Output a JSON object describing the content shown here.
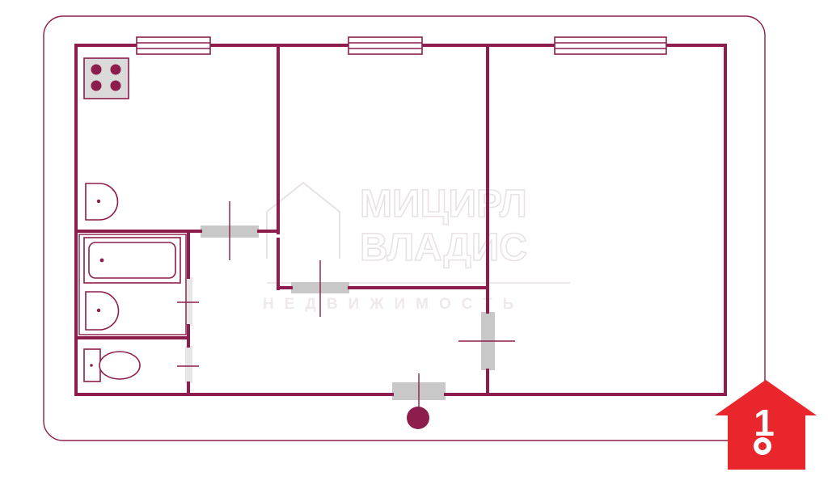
{
  "colors": {
    "wall": "#8c1d4c",
    "door_gap": "#c8c8c8",
    "stove_bg": "#dadada",
    "logo": "#e8262c",
    "watermark": "#e6dfe3"
  },
  "watermark": {
    "line1": "МИЦИРЛ",
    "line2": "ВЛАДИС",
    "line3": "НЕДВИЖИМОСТЬ"
  },
  "icons": {
    "stove": "stove-icon",
    "sink": "sink-icon",
    "bathtub": "bathtub-icon",
    "toilet": "toilet-icon",
    "entrance": "entrance-dot-icon",
    "logo": "house-key-logo-icon"
  },
  "logo": {
    "digit": "1"
  }
}
